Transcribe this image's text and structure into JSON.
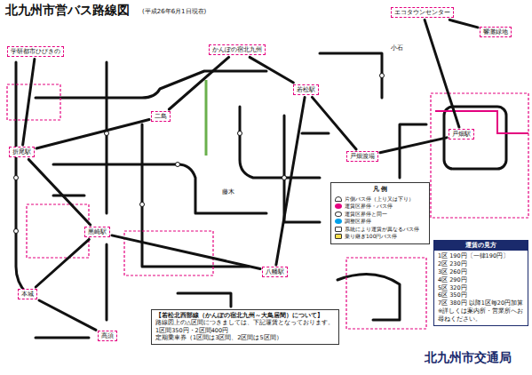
{
  "diagram": {
    "title": "北九州市営バス路線図",
    "nodes": [
      {
        "text": [
          "エコタウンセンター"
        ]
      },
      {
        "text": [
          "響灘緑地"
        ]
      },
      {
        "text": [
          "学研都市ひびきの"
        ]
      },
      {
        "text": [
          "かんぽの宿北九州"
        ]
      },
      {
        "text": [
          "若松駅"
        ]
      },
      {
        "text": [
          "二島"
        ]
      },
      {
        "text": [
          "折尾駅"
        ]
      },
      {
        "text": [
          "戸畑渡場"
        ]
      },
      {
        "text": [
          "戸畑駅"
        ]
      },
      {
        "text": [
          "黒崎駅"
        ]
      },
      {
        "text": [
          "八幡駅"
        ]
      },
      {
        "text": [
          "本城"
        ]
      },
      {
        "text": [
          "高須"
        ]
      },
      {
        "text": [
          "凡 例"
        ]
      },
      {
        "text": [
          "運賃の見方",
          "1区 190円〔一律190円〕",
          "2区 230円",
          "3区 260円",
          "4区 290円",
          "5区 320円",
          "6区 350円",
          "7区 380円 以降1区毎20円加算",
          "※詳しくは案内所・営業所へお尋ねください。"
        ]
      },
      {
        "text": [
          "【若松北西部線（かんぽの宿北九州～大鳥居間）について】",
          "路線図上の△区間につきましては、下記運賃となっております。",
          "1区間350円・2区間400円",
          "定期乗車券（1区間は3区間、2区間は5区間）"
        ]
      }
    ],
    "edges": [
      {
        "from": 2,
        "to": 6,
        "arrow": "none"
      },
      {
        "from": 6,
        "to": 9,
        "arrow": "none"
      },
      {
        "from": 9,
        "to": 11,
        "arrow": "none"
      },
      {
        "from": 11,
        "to": 12,
        "arrow": "none"
      },
      {
        "from": 6,
        "to": 5,
        "arrow": "none"
      },
      {
        "from": 5,
        "to": 3,
        "arrow": "none"
      },
      {
        "from": 3,
        "to": 4,
        "arrow": "none"
      },
      {
        "from": 4,
        "to": 7,
        "arrow": "none"
      },
      {
        "from": 7,
        "to": 8,
        "arrow": "none"
      },
      {
        "from": 8,
        "to": 0,
        "arrow": "none"
      },
      {
        "from": 0,
        "to": 1,
        "arrow": "none"
      },
      {
        "from": 9,
        "to": 10,
        "arrow": "none"
      },
      {
        "from": 10,
        "to": 4,
        "arrow": "none"
      }
    ],
    "labels": [
      "(平成26年6月1日現在)",
      "北九州市交通局",
      "藤木",
      "小石"
    ],
    "legend": [
      {
        "text": "片側バス停（上り又は下り）"
      },
      {
        "text": "運賃区界停・バス停",
        "color": "#e4007f"
      },
      {
        "text": "運賃区界停と同一"
      },
      {
        "text": "調整区界停",
        "color": "#00a0e9"
      },
      {
        "text": "系統により運賃が異なるバス停"
      },
      {
        "text": "乗り継ぎ100円バス停"
      }
    ]
  }
}
